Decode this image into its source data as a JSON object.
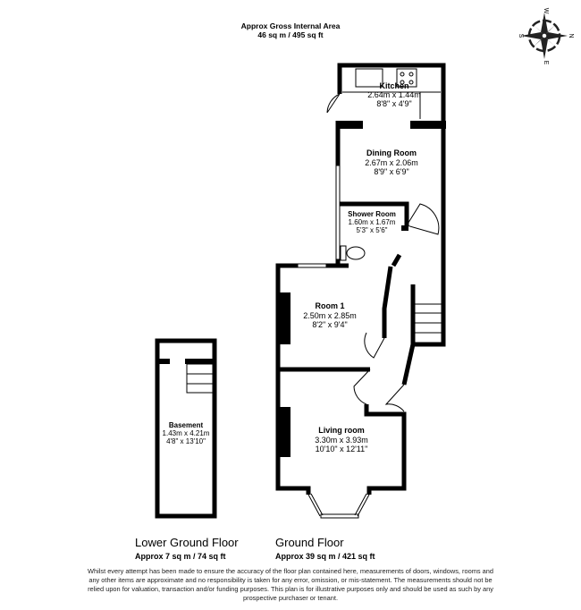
{
  "header": {
    "title": "Approx Gross Internal Area",
    "area": "46 sq m / 495 sq ft"
  },
  "compass": {
    "labels": [
      "W",
      "S",
      "N",
      "E"
    ]
  },
  "rooms": [
    {
      "name": "Kitchen",
      "metric": "2.64m x 1.44m",
      "imperial": "8'8\" x 4'9\""
    },
    {
      "name": "Dining Room",
      "metric": "2.67m x 2.06m",
      "imperial": "8'9\" x 6'9\""
    },
    {
      "name": "Shower Room",
      "metric": "1.60m x 1.67m",
      "imperial": "5'3\" x 5'6\""
    },
    {
      "name": "Room 1",
      "metric": "2.50m x 2.85m",
      "imperial": "8'2\" x 9'4\""
    },
    {
      "name": "Living room",
      "metric": "3.30m x 3.93m",
      "imperial": "10'10\" x 12'11\""
    },
    {
      "name": "Basement",
      "metric": "1.43m x 4.21m",
      "imperial": "4'8\" x 13'10\""
    }
  ],
  "floors": [
    {
      "name": "Lower Ground Floor",
      "area": "Approx 7 sq m / 74 sq ft"
    },
    {
      "name": "Ground Floor",
      "area": "Approx 39 sq m / 421 sq ft"
    }
  ],
  "disclaimer": [
    "Whilst every attempt has been made to ensure the accuracy of the floor plan contained here, measurements of doors, windows, rooms and",
    "any other items are approximate and no responsibility is taken for any error, omission, or mis-statement. The measurements should not be",
    "relied upon for valuation, transaction and/or funding purposes. This plan is for illustrative purposes only and should be used as such by any",
    "prospective purchaser or tenant."
  ]
}
